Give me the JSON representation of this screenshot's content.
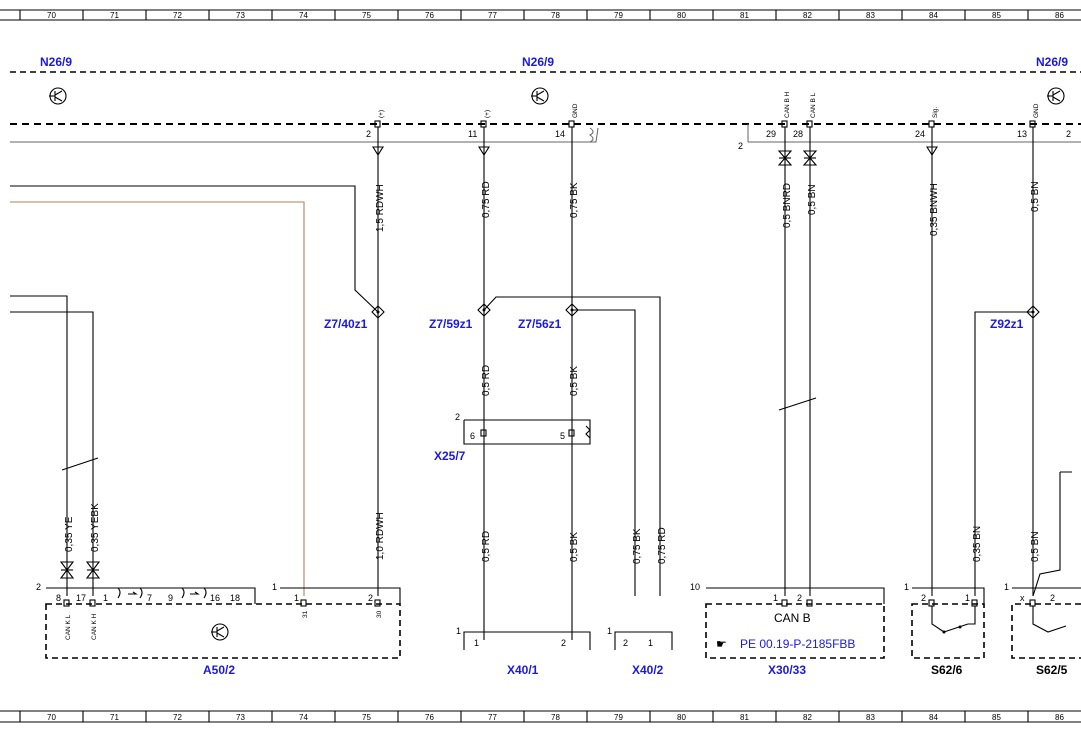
{
  "ruler": {
    "columns": [
      "70",
      "71",
      "72",
      "73",
      "74",
      "75",
      "76",
      "77",
      "78",
      "79",
      "80",
      "81",
      "82",
      "83",
      "84",
      "85",
      "86"
    ]
  },
  "bus_labels": [
    "N26/9",
    "N26/9",
    "N26/9"
  ],
  "top_pins": [
    {
      "num": "2",
      "sig": "(+)"
    },
    {
      "num": "11",
      "sig": "(+)"
    },
    {
      "num": "14",
      "sig": "GND"
    },
    {
      "num": "29",
      "sig": "CAN B H"
    },
    {
      "num": "28",
      "sig": "CAN B L"
    },
    {
      "num": "24",
      "sig": "Sig."
    },
    {
      "num": "13",
      "sig": "GND"
    },
    {
      "num": "2",
      "sig": ""
    }
  ],
  "connector_count_top": "2",
  "wires": {
    "w1": "1,5 RDWH",
    "w2": "0,75 RD",
    "w3": "0,75 BK",
    "w4": "0,5 BNRD",
    "w5": "0,5 BN",
    "w6": "0,35 BNWH",
    "w7": "0,5 BN",
    "w8": "0,5 RD",
    "w9": "0,5 BK",
    "w10": "0,35 YE",
    "w11": "0,35 YEBK",
    "w12": "1,0 RDWH",
    "w13": "0,5 RD",
    "w14": "0,5 BK",
    "w15": "0,75 BK",
    "w16": "0,75 RD",
    "w17": "0,35 BN",
    "w18": "0,5 BN"
  },
  "splices": [
    "Z7/40z1",
    "Z7/59z1",
    "Z7/56z1",
    "Z92z1"
  ],
  "x25": {
    "name": "X25/7",
    "conn": "2",
    "pin_a": "6",
    "pin_b": "5"
  },
  "components": {
    "a50": {
      "name": "A50/2",
      "conn1": "2",
      "conn2": "1",
      "pins": [
        "8",
        "17",
        "1",
        "7",
        "9",
        "16",
        "18"
      ],
      "pins_right": [
        "1",
        "2"
      ],
      "sig_l": "CAN K L",
      "sig_h": "CAN K H",
      "sig_31": "31",
      "sig_30": "30"
    },
    "x40_1": {
      "name": "X40/1",
      "conn": "1",
      "pin_a": "1",
      "pin_b": "2"
    },
    "x40_2": {
      "name": "X40/2",
      "conn": "1",
      "pin_a": "2",
      "pin_b": "1"
    },
    "x30": {
      "name": "X30/33",
      "conn": "10",
      "pin_a": "1",
      "pin_b": "2",
      "title": "CAN B",
      "ref": "PE 00.19-P-2185FBB"
    },
    "s62_6": {
      "name": "S62/6",
      "conn": "1",
      "pin_a": "2",
      "pin_b": "1"
    },
    "s62_5": {
      "name": "S62/5",
      "conn": "1",
      "pin_a": "x",
      "pin_b": "2"
    }
  }
}
